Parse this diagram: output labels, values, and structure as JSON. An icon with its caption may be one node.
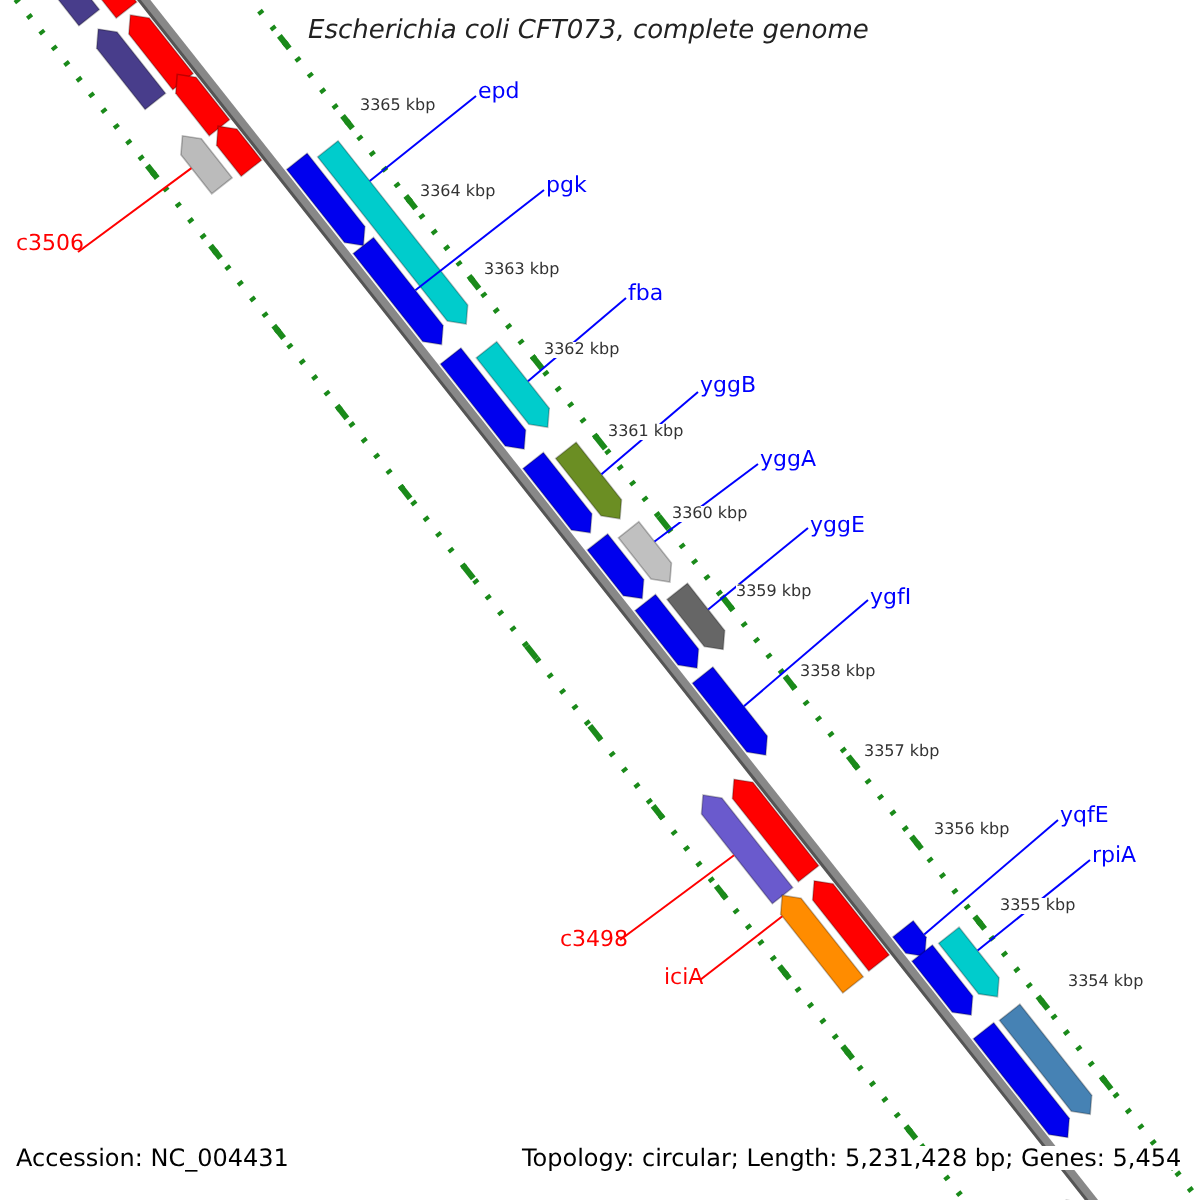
{
  "diagram": {
    "title": "Escherichia coli CFT073, complete genome",
    "nodes": [
      {
        "text": [
          "epd"
        ]
      },
      {
        "text": [
          "pgk"
        ]
      },
      {
        "text": [
          "fba"
        ]
      },
      {
        "text": [
          "yggB"
        ]
      },
      {
        "text": [
          "yggA"
        ]
      },
      {
        "text": [
          "yggE"
        ]
      },
      {
        "text": [
          "ygfI"
        ]
      },
      {
        "text": [
          "yqfE"
        ]
      },
      {
        "text": [
          "rpiA"
        ]
      },
      {
        "text": [
          "c3506"
        ]
      },
      {
        "text": [
          "c3498"
        ]
      },
      {
        "text": [
          "iciA"
        ]
      },
      {
        "text": [],
        "shape": "pentagon"
      },
      {
        "text": [],
        "shape": "pentagon"
      },
      {
        "text": [],
        "shape": "pentagon"
      },
      {
        "text": [],
        "shape": "pentagon"
      },
      {
        "text": [],
        "shape": "pentagon"
      },
      {
        "text": [],
        "shape": "pentagon"
      },
      {
        "text": [],
        "shape": "pentagon"
      },
      {
        "text": [],
        "shape": "pentagon"
      },
      {
        "text": [],
        "shape": "pentagon"
      },
      {
        "text": [],
        "shape": "pentagon"
      },
      {
        "text": [],
        "shape": "pentagon"
      },
      {
        "text": [],
        "shape": "pentagon"
      },
      {
        "text": [],
        "shape": "pentagon"
      },
      {
        "text": [],
        "shape": "pentagon"
      },
      {
        "text": [],
        "shape": "pentagon"
      },
      {
        "text": [],
        "shape": "pentagon"
      },
      {
        "text": [],
        "shape": "pentagon"
      },
      {
        "text": [],
        "shape": "pentagon"
      },
      {
        "text": [],
        "shape": "pentagon"
      },
      {
        "text": [],
        "shape": "pentagon"
      },
      {
        "text": [],
        "shape": "pentagon"
      },
      {
        "text": [],
        "shape": "pentagon"
      },
      {
        "text": [],
        "shape": "pentagon"
      },
      {
        "text": [],
        "shape": "pentagon"
      },
      {
        "text": [],
        "shape": "pentagon"
      },
      {
        "text": [],
        "shape": "pentagon"
      },
      {
        "text": [],
        "shape": "pentagon"
      },
      {
        "text": [],
        "shape": "pentagon"
      },
      {
        "text": [],
        "shape": "pentagon"
      }
    ],
    "edges": [
      {
        "from": 0,
        "to": 19,
        "arrow": "none"
      },
      {
        "from": 1,
        "to": 21,
        "arrow": "none"
      },
      {
        "from": 2,
        "to": 22,
        "arrow": "none"
      },
      {
        "from": 3,
        "to": 24,
        "arrow": "none"
      },
      {
        "from": 4,
        "to": 26,
        "arrow": "none"
      },
      {
        "from": 5,
        "to": 28,
        "arrow": "none"
      },
      {
        "from": 6,
        "to": 30,
        "arrow": "none"
      },
      {
        "from": 7,
        "to": 35,
        "arrow": "none"
      },
      {
        "from": 8,
        "to": 36,
        "arrow": "none"
      },
      {
        "from": 9,
        "to": 18,
        "arrow": "none",
        "color": "#ff0000"
      },
      {
        "from": 10,
        "to": 32,
        "arrow": "none",
        "color": "#ff0000"
      },
      {
        "from": 11,
        "to": 34,
        "arrow": "none",
        "color": "#ff0000"
      }
    ],
    "labels": [
      "3365 kbp",
      "3364 kbp",
      "3363 kbp",
      "3362 kbp",
      "3361 kbp",
      "3360 kbp",
      "3359 kbp",
      "3358 kbp",
      "3357 kbp",
      "3356 kbp",
      "3355 kbp",
      "3354 kbp",
      "Accession: NC_004431",
      "Topology: circular; Length: 5,231,428 bp; Genes: 5,454"
    ]
  }
}
